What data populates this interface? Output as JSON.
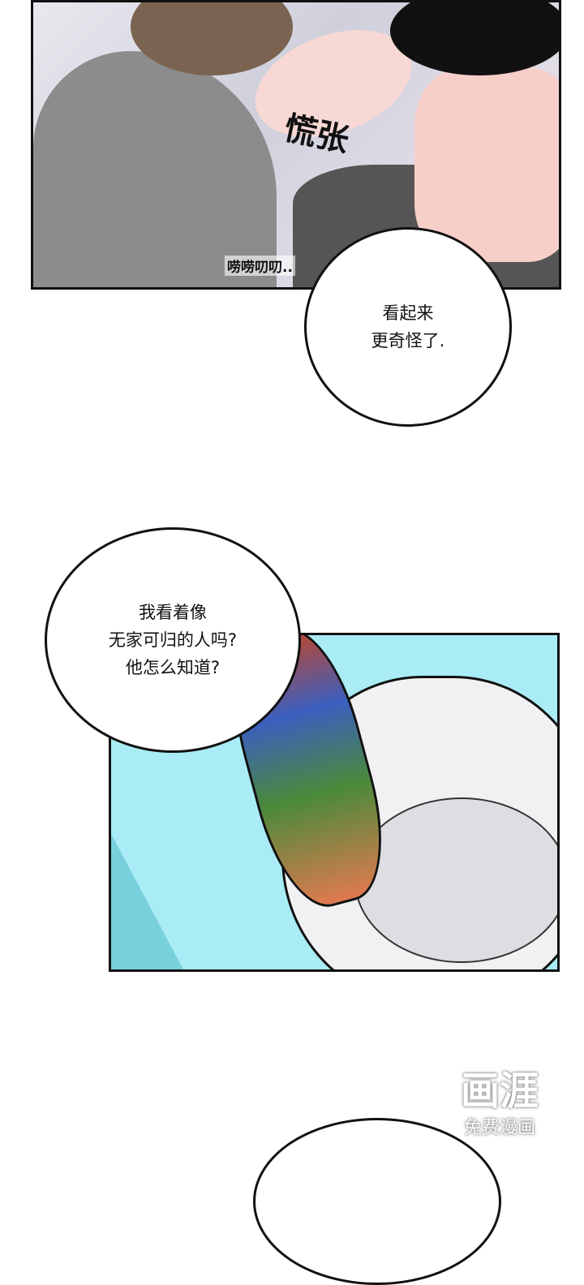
{
  "panel1": {
    "sfx": "慌张",
    "mutter": "唠唠叨叨.."
  },
  "bubble1": {
    "lines": [
      "看起来",
      "更奇怪了."
    ]
  },
  "bubble2": {
    "lines": [
      "我看着像",
      "无家可归的人吗?",
      "他怎么知道?"
    ]
  },
  "watermark": {
    "logo": "画涯",
    "tagline": "免费漫画"
  }
}
